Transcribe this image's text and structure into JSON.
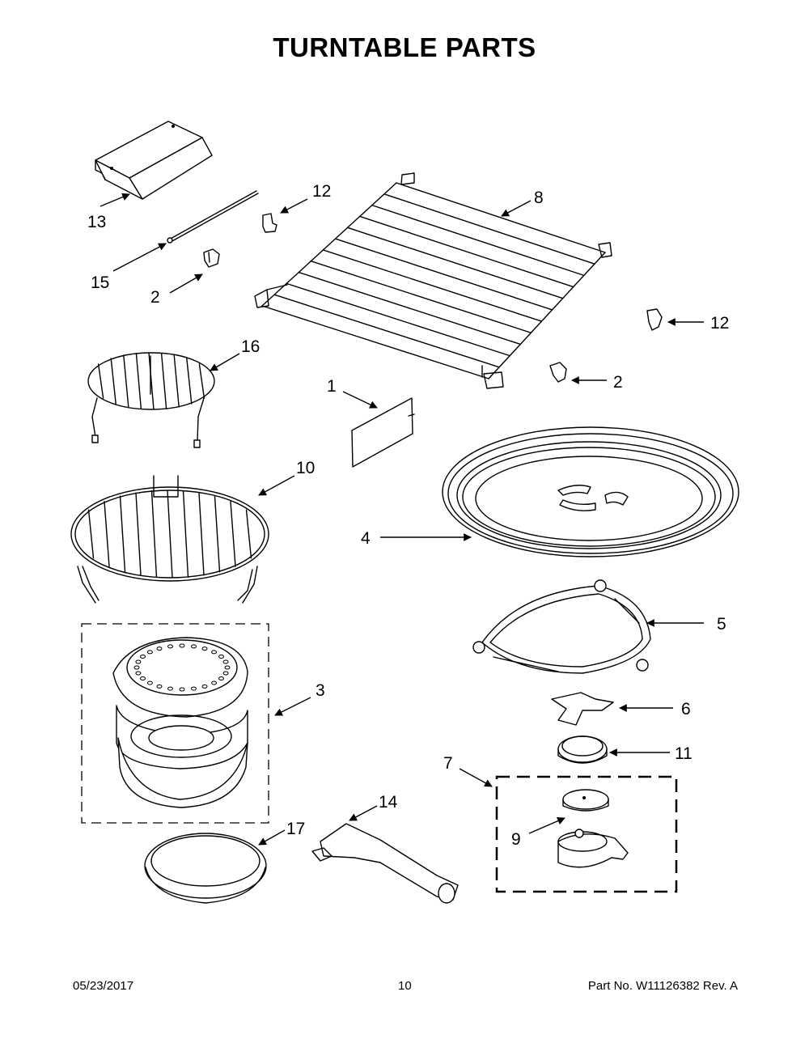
{
  "title": "TURNTABLE PARTS",
  "callouts": {
    "c1": "1",
    "c2a": "2",
    "c2b": "2",
    "c3": "3",
    "c4": "4",
    "c5": "5",
    "c6": "6",
    "c7": "7",
    "c8": "8",
    "c9": "9",
    "c10": "10",
    "c11": "11",
    "c12a": "12",
    "c12b": "12",
    "c13": "13",
    "c14": "14",
    "c15": "15",
    "c16": "16",
    "c17": "17"
  },
  "footer": {
    "date": "05/23/2017",
    "page": "10",
    "part": "Part No.  W11126382  Rev.  A"
  }
}
